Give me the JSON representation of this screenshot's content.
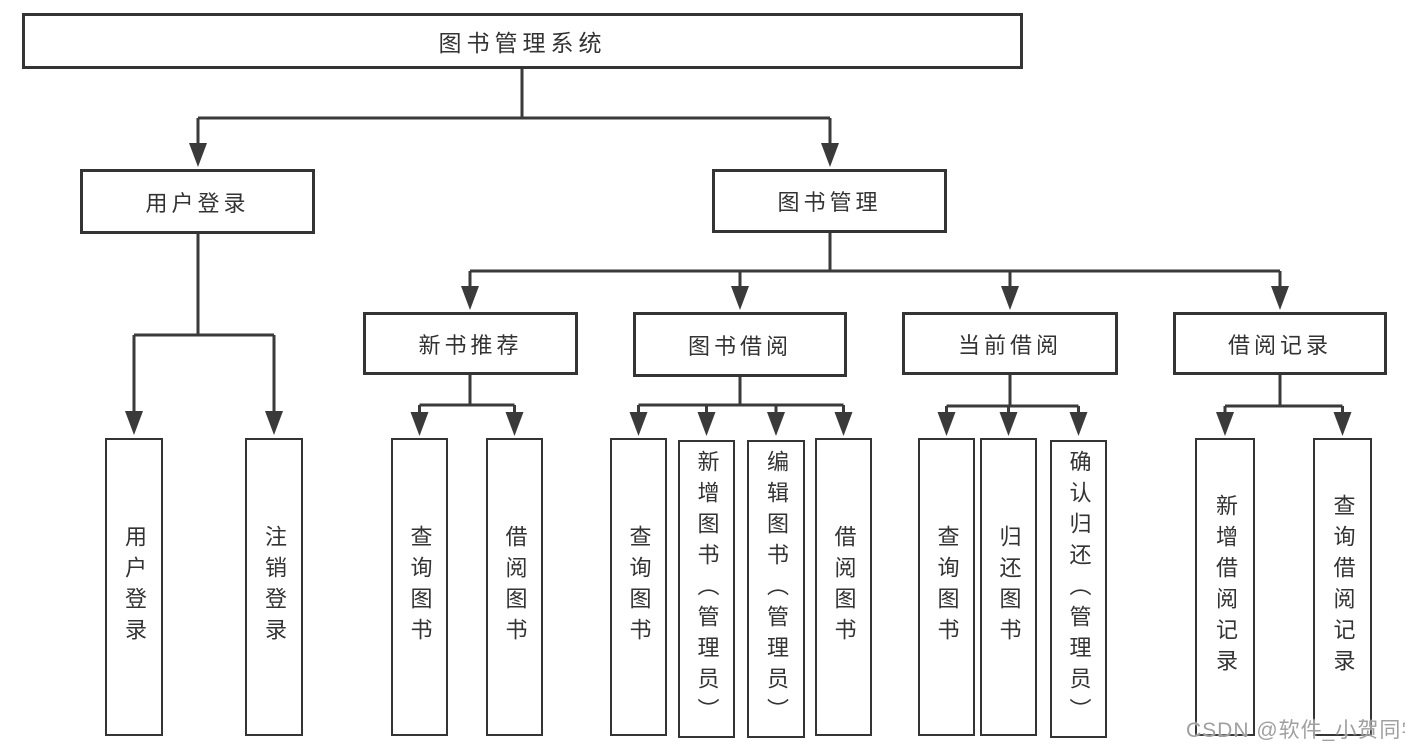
{
  "diagram": {
    "root": "图书管理系统",
    "level2": [
      {
        "label": "用户登录"
      },
      {
        "label": "图书管理"
      }
    ],
    "level3": [
      {
        "label": "新书推荐"
      },
      {
        "label": "图书借阅"
      },
      {
        "label": "当前借阅"
      },
      {
        "label": "借阅记录"
      }
    ],
    "leaves": {
      "user_login": [
        "用户登录",
        "注销登录"
      ],
      "new_books": [
        "查询图书",
        "借阅图书"
      ],
      "borrow": [
        "查询图书",
        "新增图书（管理员）",
        "编辑图书（管理员）",
        "借阅图书"
      ],
      "current": [
        "查询图书",
        "归还图书",
        "确认归还（管理员）"
      ],
      "records": [
        "新增借阅记录",
        "查询借阅记录"
      ]
    }
  },
  "watermark": "CSDN @软件_小贺同学",
  "colors": {
    "line": "#3a3a3a",
    "box_border": "#343434",
    "box_fill": "#ffffff",
    "text": "#333333",
    "watermark_text": "#a0a0a0",
    "background": "#ffffff"
  }
}
